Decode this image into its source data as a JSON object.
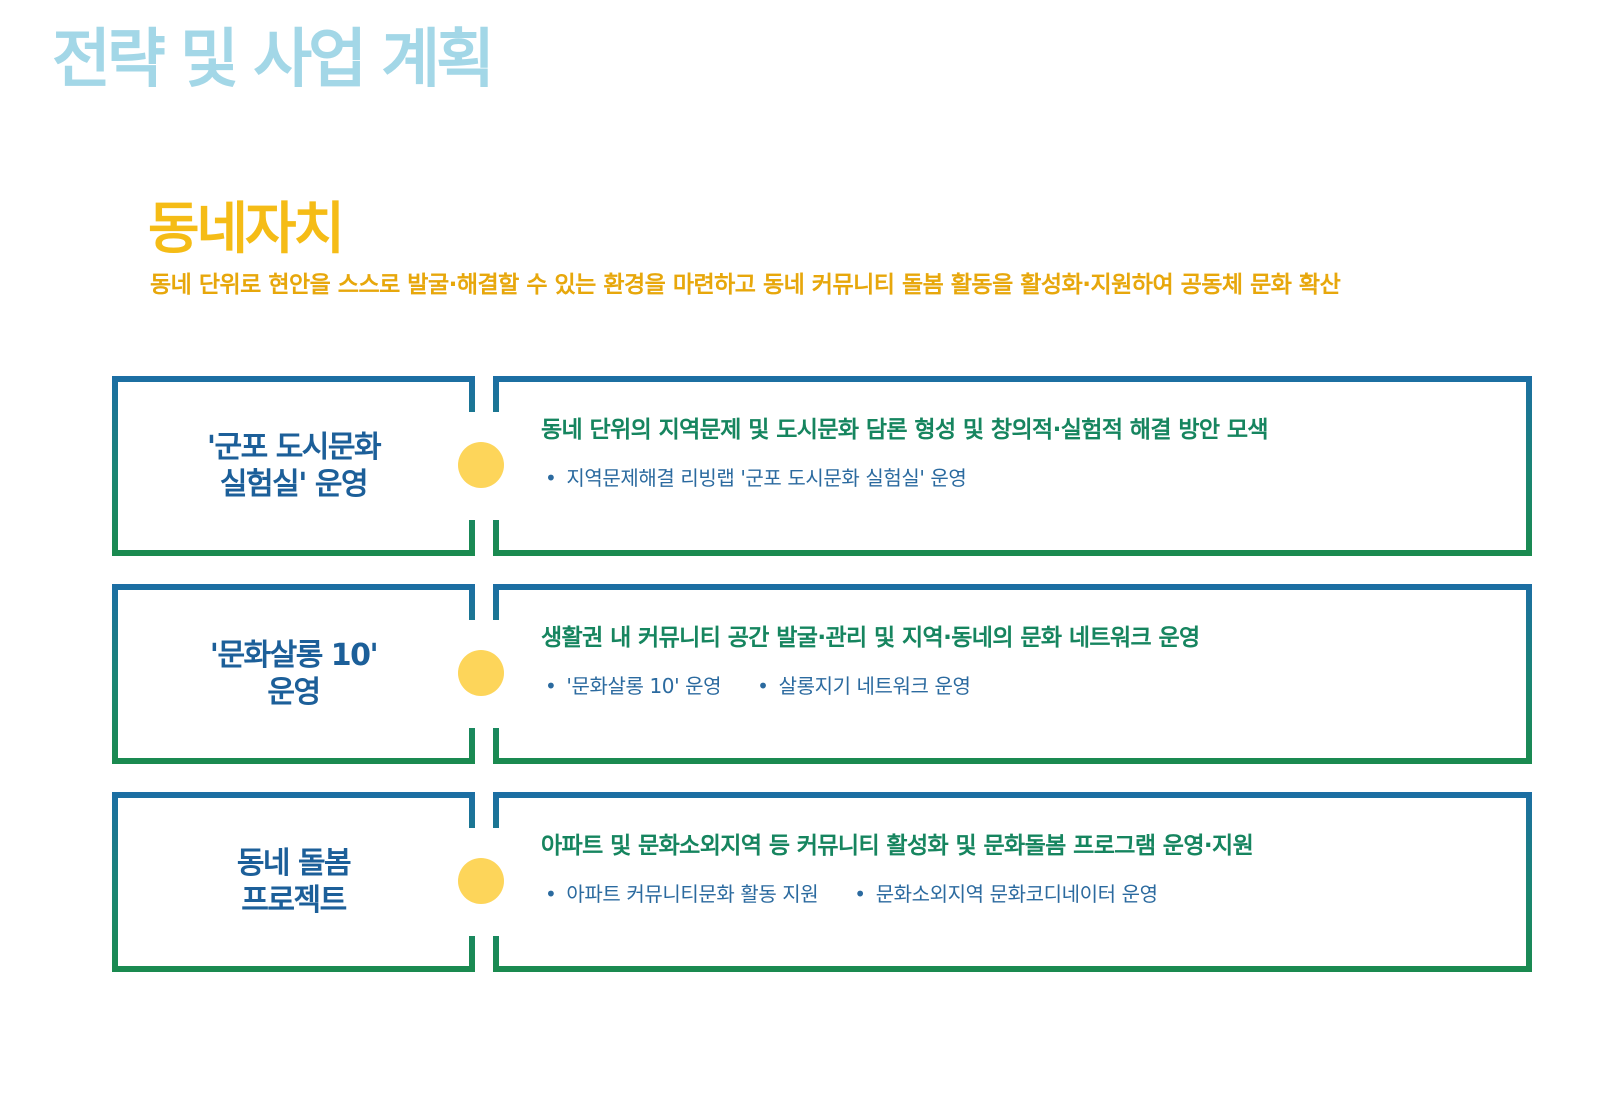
{
  "page_title": "전략 및 사업 계획",
  "section": {
    "title": "동네자치",
    "description": "동네 단위로 현안을 스스로 발굴·해결할 수 있는 환경을 마련하고 동네 커뮤니티 돌봄 활동을 활성화·지원하여 공동체 문화 확산"
  },
  "colors": {
    "title_blue": "#a3d7e7",
    "section_yellow": "#f5bc16",
    "frame_blue": "#1c6ea4",
    "frame_green": "#1a8a4f",
    "dot_yellow": "#fdd55a"
  },
  "items": [
    {
      "label_line1": "'군포 도시문화",
      "label_line2": "실험실' 운영",
      "headline": "동네 단위의 지역문제 및 도시문화 담론 형성 및 창의적·실험적 해결 방안 모색",
      "bullets": [
        "지역문제해결 리빙랩 '군포 도시문화 실험실' 운영"
      ]
    },
    {
      "label_line1": "'문화살롱 10'",
      "label_line2": "운영",
      "headline": "생활권 내 커뮤니티 공간 발굴·관리 및 지역·동네의 문화 네트워크 운영",
      "bullets": [
        "'문화살롱 10' 운영",
        "살롱지기 네트워크 운영"
      ]
    },
    {
      "label_line1": "동네 돌봄",
      "label_line2": "프로젝트",
      "headline": "아파트 및 문화소외지역 등 커뮤니티 활성화 및 문화돌봄 프로그램 운영·지원",
      "bullets": [
        "아파트 커뮤니티문화 활동 지원",
        "문화소외지역 문화코디네이터 운영"
      ]
    }
  ]
}
